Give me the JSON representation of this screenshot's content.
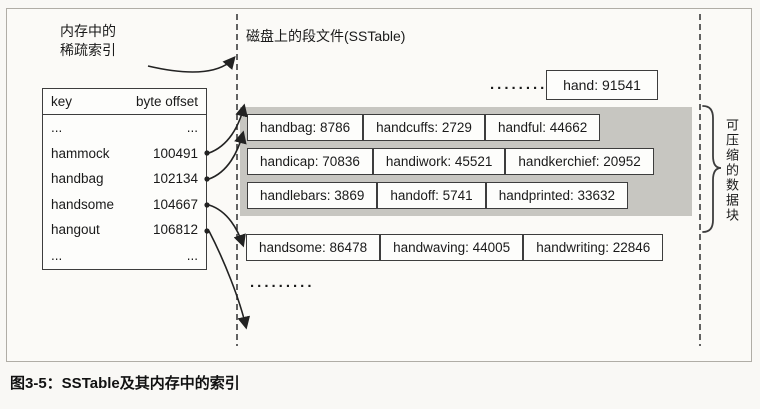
{
  "figure": {
    "caption": "图3-5：SSTable及其内存中的索引"
  },
  "index": {
    "label_line1": "内存中的",
    "label_line2": "稀疏索引",
    "header": {
      "key": "key",
      "offset": "byte offset"
    },
    "rows": [
      {
        "key": "...",
        "offset": "..."
      },
      {
        "key": "hammock",
        "offset": "100491"
      },
      {
        "key": "handbag",
        "offset": "102134"
      },
      {
        "key": "handsome",
        "offset": "104667"
      },
      {
        "key": "hangout",
        "offset": "106812"
      },
      {
        "key": "...",
        "offset": "..."
      }
    ]
  },
  "segment": {
    "title": "磁盘上的段文件(SSTable)",
    "top_dots": "........",
    "top_entry": "hand: 91541",
    "block_rows": [
      [
        "handbag: 8786",
        "handcuffs: 2729",
        "handful: 44662"
      ],
      [
        "handicap: 70836",
        "handiwork: 45521",
        "handkerchief: 20952"
      ],
      [
        "handlebars: 3869",
        "handoff: 5741",
        "handprinted: 33632"
      ]
    ],
    "bottom_row": [
      "handsome: 86478",
      "handwaving: 44005",
      "handwriting: 22846"
    ],
    "bottom_dots": ".........",
    "brace_label": "可压缩的数据块"
  },
  "colors": {
    "block_bg": "#c7c6c1",
    "line": "#3d3d3d"
  }
}
